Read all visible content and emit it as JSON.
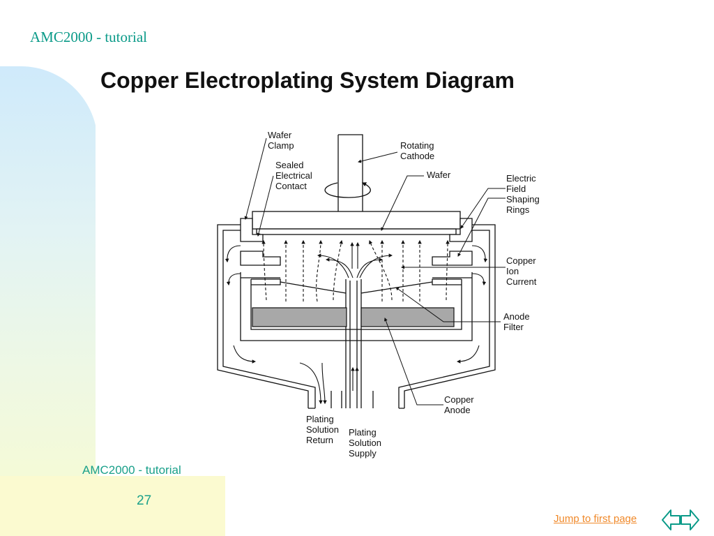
{
  "header": {
    "title": "AMC2000 - tutorial"
  },
  "slide": {
    "title": "Copper Electroplating System Diagram",
    "footer_stub": "AMC2000 - tutorial",
    "page_number": "27"
  },
  "diagram": {
    "labels": {
      "wafer_clamp": [
        "Wafer",
        "Clamp"
      ],
      "sealed_contact": [
        "Sealed",
        "Electrical",
        "Contact"
      ],
      "rotating_cathode": [
        "Rotating",
        "Cathode"
      ],
      "wafer": "Wafer",
      "field_rings": [
        "Electric",
        "Field",
        "Shaping",
        "Rings"
      ],
      "copper_ion_current": [
        "Copper",
        "Ion",
        "Current"
      ],
      "anode_filter": [
        "Anode",
        "Filter"
      ],
      "copper_anode": [
        "Copper",
        "Anode"
      ],
      "plating_return": [
        "Plating",
        "Solution",
        "Return"
      ],
      "plating_supply": [
        "Plating",
        "Solution",
        "Supply"
      ]
    }
  },
  "nav": {
    "jump_label": "Jump to first page",
    "icons": [
      "arrow-left-icon",
      "arrow-right-icon"
    ],
    "accent_color": "#0a9a88",
    "link_color": "#f0892a"
  }
}
